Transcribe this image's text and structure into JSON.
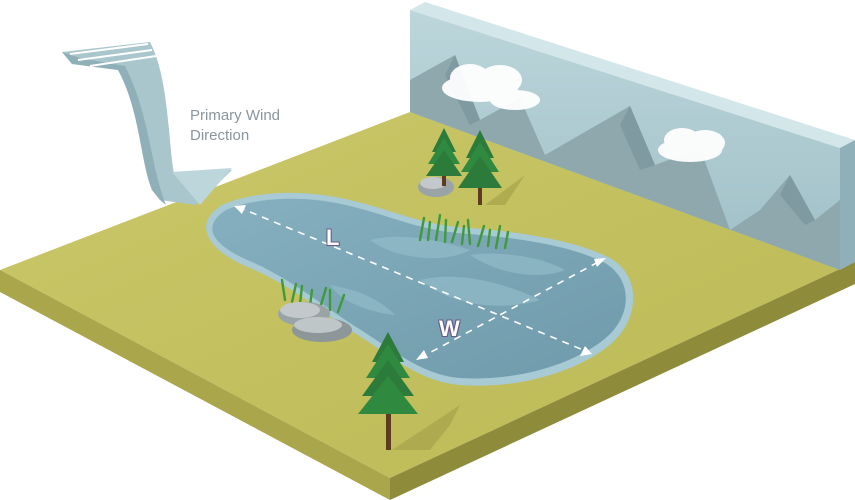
{
  "labels": {
    "wind_line1": "Primary Wind",
    "wind_line2": "Direction",
    "length": "L",
    "width": "W"
  },
  "colors": {
    "ground_top": "#c7c564",
    "ground_left": "#a7a44a",
    "ground_right": "#8e8b3a",
    "water": "#7fa9b8",
    "water_edge": "#a7cad4",
    "wall": "#a9c6cc",
    "mountains": "#8ea8ae",
    "wind_arrow": "#a9c6cc",
    "tree": "#2f7a3a",
    "label_text": "#8a969c"
  }
}
